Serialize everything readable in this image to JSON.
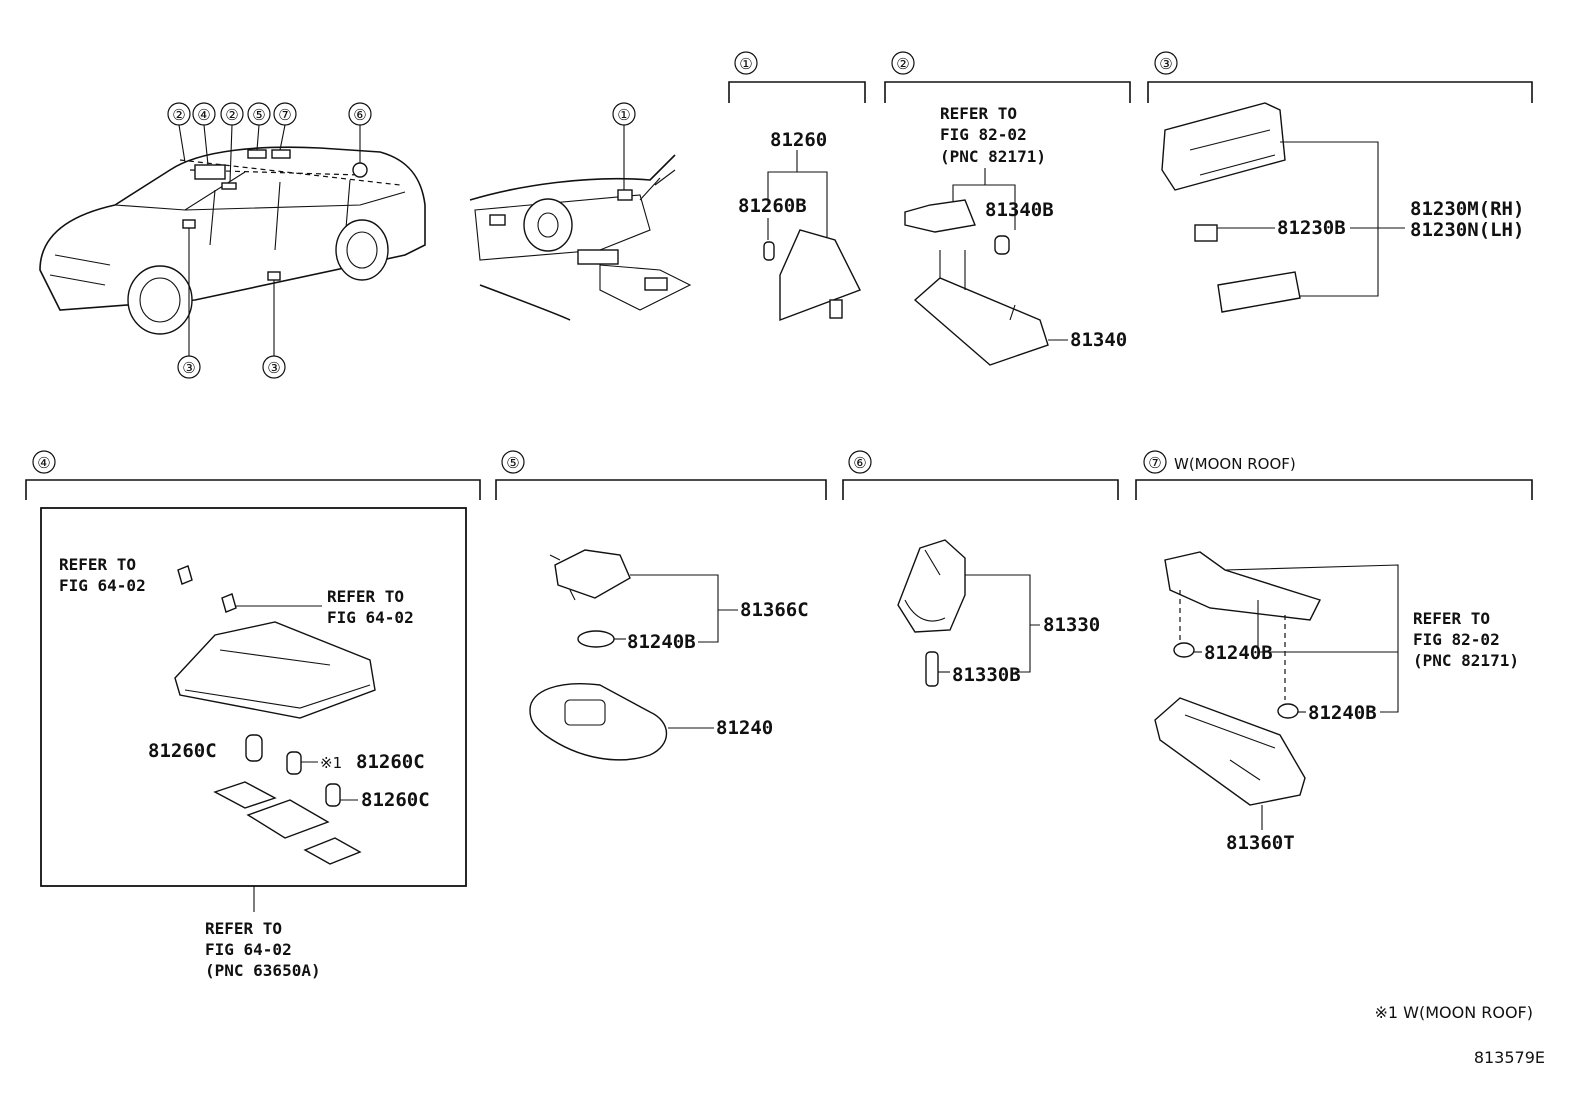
{
  "sections": [
    {
      "num": "①"
    },
    {
      "num": "②"
    },
    {
      "num": "③"
    },
    {
      "num": "④"
    },
    {
      "num": "⑤"
    },
    {
      "num": "⑥"
    },
    {
      "num": "⑦",
      "note": "W(MOON ROOF)"
    }
  ],
  "car_callouts": {
    "top": [
      "②",
      "④",
      "②",
      "⑤",
      "⑦",
      "⑥"
    ],
    "bottom": [
      "③",
      "③"
    ],
    "dash": "①"
  },
  "s1": {
    "p1": "81260",
    "p2": "81260B"
  },
  "s2": {
    "refer": [
      "REFER TO",
      "FIG 82-02",
      "(PNC 82171)"
    ],
    "p1": "81340B",
    "p2": "81340"
  },
  "s3": {
    "p1": "81230B",
    "p2": "81230M(RH)",
    "p3": "81230N(LH)"
  },
  "s4": {
    "refer_a": [
      "REFER TO",
      "FIG 64-02"
    ],
    "refer_b": [
      "REFER TO",
      "FIG 64-02"
    ],
    "refer_c": [
      "REFER TO",
      "FIG 64-02",
      "(PNC 63650A)"
    ],
    "p1": "81260C",
    "p2_prefix": "※1",
    "p2": "81260C",
    "p3": "81260C"
  },
  "s5": {
    "p1": "81366C",
    "p2": "81240B",
    "p3": "81240"
  },
  "s6": {
    "p1": "81330",
    "p2": "81330B"
  },
  "s7": {
    "refer": [
      "REFER TO",
      "FIG 82-02",
      "(PNC 82171)"
    ],
    "p1": "81240B",
    "p2": "81240B",
    "p3": "81360T"
  },
  "footnote": "※1 W(MOON ROOF)",
  "figure_id": "813579E"
}
